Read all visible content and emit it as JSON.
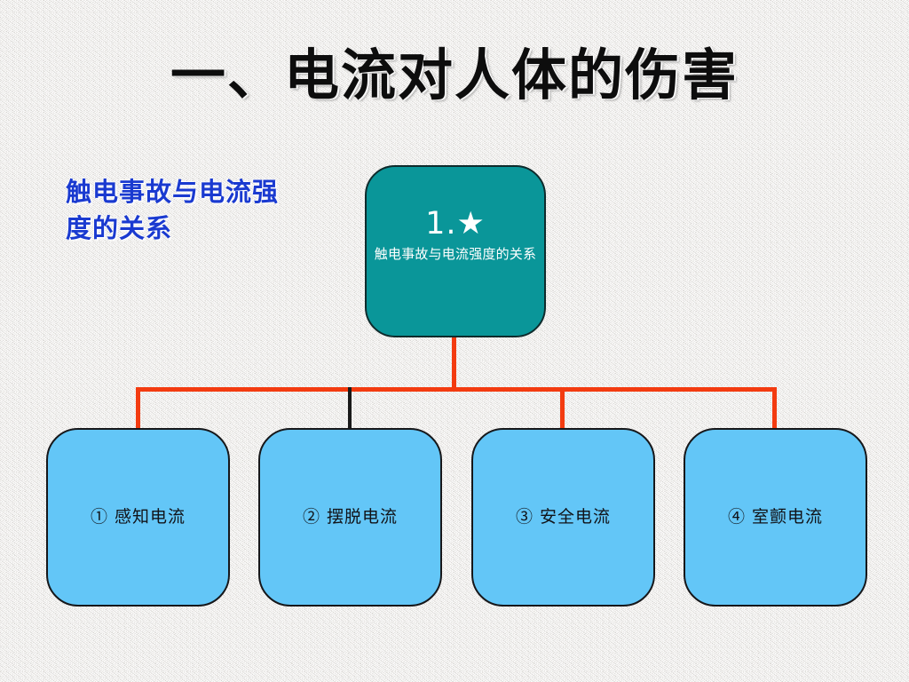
{
  "slide": {
    "title": "一、电流对人体的伤害",
    "background_color": "#eeedeb",
    "side_caption": "触电事故与电流强度的关系",
    "side_caption_color": "#1a3ad0"
  },
  "diagram": {
    "root": {
      "number": "1.★",
      "subtitle": "触电事故与电流强度的关系",
      "fill_color": "#0a9699",
      "text_color": "#ffffff"
    },
    "leaves": [
      {
        "label": "① 感知电流",
        "connector_color": "#f33b10"
      },
      {
        "label": "② 摆脱电流",
        "connector_color": "#1a1a1a"
      },
      {
        "label": "③ 安全电流",
        "connector_color": "#f33b10"
      },
      {
        "label": "④ 室颤电流",
        "connector_color": "#f33b10"
      }
    ],
    "leaf_fill_color": "#63c6f7",
    "leaf_border_color": "#16171a",
    "trunk_color": "#f33b10",
    "bus_color": "#f33b10"
  }
}
